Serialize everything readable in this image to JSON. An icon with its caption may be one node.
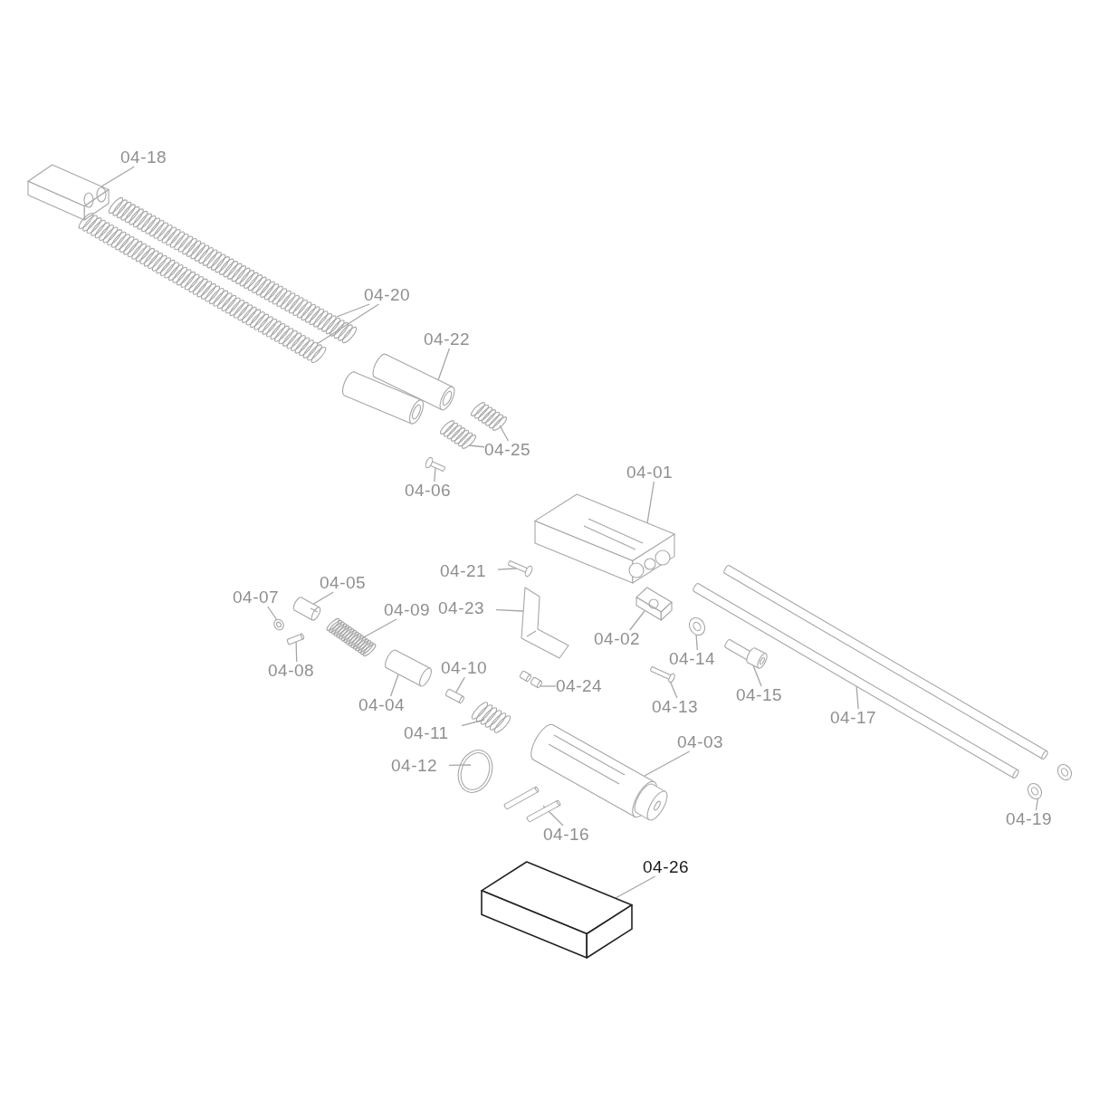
{
  "diagram": {
    "nodes": [
      {
        "text": [
          "04-18"
        ]
      },
      {
        "text": [],
        "shape": "picture"
      },
      {
        "text": [
          "04-20"
        ]
      },
      {
        "text": [],
        "shape": "picture"
      },
      {
        "text": [],
        "shape": "picture"
      },
      {
        "text": [
          "04-22"
        ]
      },
      {
        "text": [],
        "shape": "picture"
      },
      {
        "text": [
          "04-25"
        ]
      },
      {
        "text": [],
        "shape": "picture"
      },
      {
        "text": [],
        "shape": "picture"
      },
      {
        "text": [
          "04-06"
        ]
      },
      {
        "text": [],
        "shape": "picture"
      },
      {
        "text": [
          "04-01"
        ]
      },
      {
        "text": [],
        "shape": "picture"
      },
      {
        "text": [
          "04-21"
        ]
      },
      {
        "text": [],
        "shape": "picture"
      },
      {
        "text": [
          "04-05"
        ]
      },
      {
        "text": [],
        "shape": "picture"
      },
      {
        "text": [
          "04-07"
        ]
      },
      {
        "text": [],
        "shape": "picture"
      },
      {
        "text": [
          "04-09"
        ]
      },
      {
        "text": [],
        "shape": "picture"
      },
      {
        "text": [
          "04-23"
        ]
      },
      {
        "text": [],
        "shape": "picture"
      },
      {
        "text": [
          "04-02"
        ]
      },
      {
        "text": [],
        "shape": "picture"
      },
      {
        "text": [
          "04-08"
        ]
      },
      {
        "text": [],
        "shape": "picture"
      },
      {
        "text": [
          "04-14"
        ]
      },
      {
        "text": [],
        "shape": "picture"
      },
      {
        "text": [
          "04-04"
        ]
      },
      {
        "text": [],
        "shape": "picture"
      },
      {
        "text": [
          "04-10"
        ]
      },
      {
        "text": [],
        "shape": "picture"
      },
      {
        "text": [
          "04-24"
        ]
      },
      {
        "text": [],
        "shape": "picture"
      },
      {
        "text": [
          "04-13"
        ]
      },
      {
        "text": [],
        "shape": "picture"
      },
      {
        "text": [
          "04-15"
        ]
      },
      {
        "text": [],
        "shape": "picture"
      },
      {
        "text": [
          "04-17"
        ]
      },
      {
        "text": [],
        "shape": "picture"
      },
      {
        "text": [
          "04-11"
        ]
      },
      {
        "text": [],
        "shape": "picture"
      },
      {
        "text": [
          "04-03"
        ]
      },
      {
        "text": [],
        "shape": "picture"
      },
      {
        "text": [
          "04-12"
        ]
      },
      {
        "text": [],
        "shape": "picture"
      },
      {
        "text": [
          "04-16"
        ]
      },
      {
        "text": [],
        "shape": "picture"
      },
      {
        "text": [
          "04-19"
        ]
      },
      {
        "text": [],
        "shape": "picture"
      },
      {
        "text": [
          "04-26"
        ]
      },
      {
        "text": [],
        "shape": "picture"
      }
    ],
    "edges": [
      {
        "from": 0,
        "to": 1,
        "arrow": "none"
      },
      {
        "from": 2,
        "to": 3,
        "arrow": "none"
      },
      {
        "from": 2,
        "to": 4,
        "arrow": "none"
      },
      {
        "from": 5,
        "to": 6,
        "arrow": "none"
      },
      {
        "from": 7,
        "to": 8,
        "arrow": "none"
      },
      {
        "from": 7,
        "to": 9,
        "arrow": "none"
      },
      {
        "from": 10,
        "to": 11,
        "arrow": "none"
      },
      {
        "from": 12,
        "to": 13,
        "arrow": "none"
      },
      {
        "from": 14,
        "to": 15,
        "arrow": "none"
      },
      {
        "from": 16,
        "to": 17,
        "arrow": "none"
      },
      {
        "from": 18,
        "to": 19,
        "arrow": "none"
      },
      {
        "from": 20,
        "to": 21,
        "arrow": "none"
      },
      {
        "from": 22,
        "to": 23,
        "arrow": "none"
      },
      {
        "from": 24,
        "to": 25,
        "arrow": "none"
      },
      {
        "from": 26,
        "to": 27,
        "arrow": "none"
      },
      {
        "from": 28,
        "to": 29,
        "arrow": "none"
      },
      {
        "from": 30,
        "to": 31,
        "arrow": "none"
      },
      {
        "from": 32,
        "to": 33,
        "arrow": "none"
      },
      {
        "from": 34,
        "to": 35,
        "arrow": "none"
      },
      {
        "from": 36,
        "to": 37,
        "arrow": "none"
      },
      {
        "from": 38,
        "to": 39,
        "arrow": "none"
      },
      {
        "from": 40,
        "to": 41,
        "arrow": "none"
      },
      {
        "from": 42,
        "to": 43,
        "arrow": "none"
      },
      {
        "from": 44,
        "to": 45,
        "arrow": "none"
      },
      {
        "from": 46,
        "to": 47,
        "arrow": "none"
      },
      {
        "from": 48,
        "to": 49,
        "arrow": "none"
      },
      {
        "from": 50,
        "to": 51,
        "arrow": "none"
      },
      {
        "from": 52,
        "to": 53,
        "arrow": "none"
      }
    ]
  }
}
